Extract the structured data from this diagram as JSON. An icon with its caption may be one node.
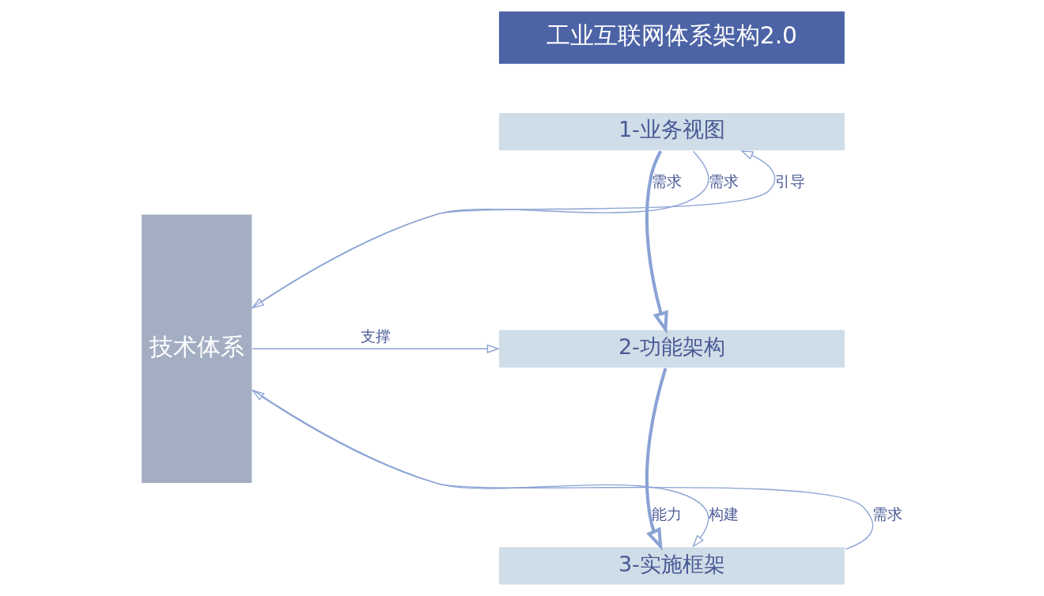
{
  "diagram": {
    "nodes": [
      {
        "text": [
          "工业互联网体系架构2.0"
        ]
      },
      {
        "text": [
          "1-业务视图"
        ]
      },
      {
        "text": [
          "2-功能架构"
        ]
      },
      {
        "text": [
          "3-实施框架"
        ]
      },
      {
        "text": [
          "技术体系"
        ]
      }
    ],
    "edges": [
      {
        "from": 1,
        "to": 2,
        "arrow": "to",
        "label": "需求",
        "style": "thick"
      },
      {
        "from": 2,
        "to": 3,
        "arrow": "to",
        "label": "能力",
        "style": "thick"
      },
      {
        "from": 1,
        "to": 4,
        "arrow": "to",
        "label": "需求"
      },
      {
        "from": 4,
        "to": 1,
        "arrow": "to",
        "label": "引导"
      },
      {
        "from": 4,
        "to": 2,
        "arrow": "to",
        "label": "支撑"
      },
      {
        "from": 3,
        "to": 4,
        "arrow": "to",
        "label": "需求"
      },
      {
        "from": 4,
        "to": 3,
        "arrow": "to",
        "label": "构建"
      }
    ]
  }
}
